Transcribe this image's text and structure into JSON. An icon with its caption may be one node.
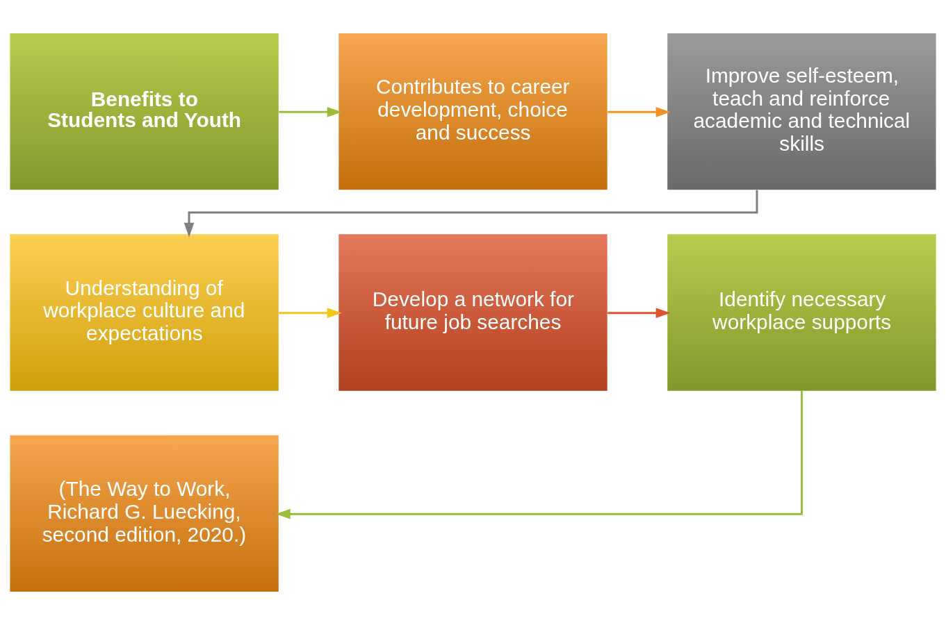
{
  "diagram": {
    "nodes": [
      {
        "text": [
          "Benefits to Students and Youth"
        ]
      },
      {
        "text": [
          "Contributes to career development, choice and success"
        ]
      },
      {
        "text": [
          "Improve self-esteem, teach and reinforce academic and technical skills"
        ]
      },
      {
        "text": [
          "Understanding of workplace culture and expectations"
        ]
      },
      {
        "text": [
          "Develop a network for future job searches"
        ]
      },
      {
        "text": [
          "Identify necessary workplace supports"
        ]
      },
      {
        "text": [
          "(The Way to Work, Richard G. Luecking, second edition, 2020.)"
        ]
      }
    ],
    "edges": [
      {
        "from": 0,
        "to": 1,
        "arrow": "to",
        "color": "#9bbb3b"
      },
      {
        "from": 1,
        "to": 2,
        "arrow": "to",
        "color": "#f39325"
      },
      {
        "from": 2,
        "to": 3,
        "arrow": "to",
        "color": "#808080"
      },
      {
        "from": 3,
        "to": 4,
        "arrow": "to",
        "color": "#f5c518"
      },
      {
        "from": 4,
        "to": 5,
        "arrow": "to",
        "color": "#e0522e"
      },
      {
        "from": 5,
        "to": 6,
        "arrow": "to",
        "color": "#9bbb3b"
      }
    ]
  }
}
